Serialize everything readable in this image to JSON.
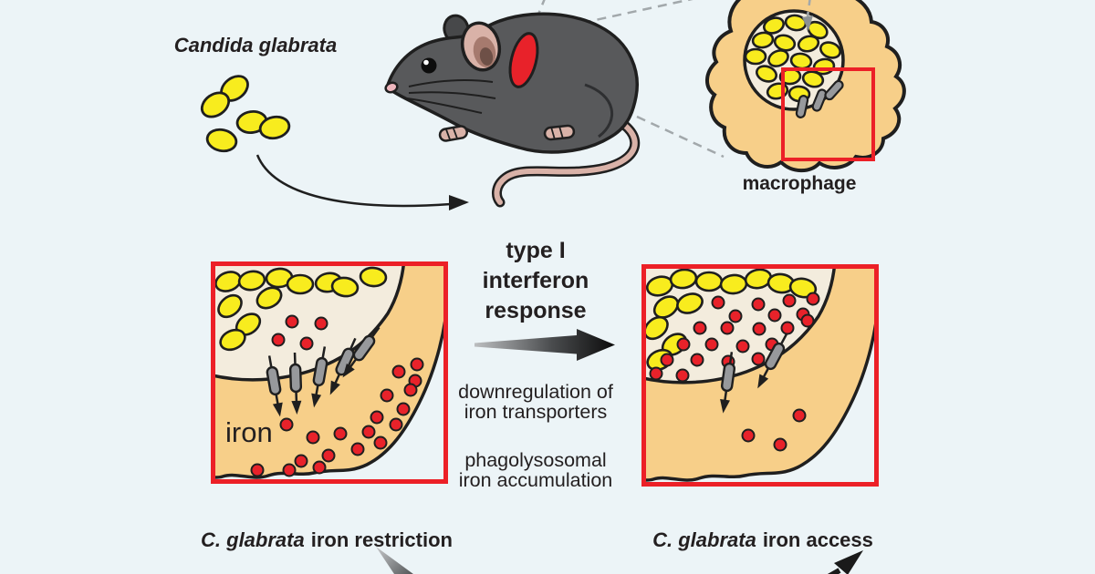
{
  "figure": {
    "candida_label": "Candida glabrata",
    "macrophage_label": "macrophage",
    "response_title_lines": [
      "type I",
      "interferon",
      "response"
    ],
    "effect1_lines": [
      "downregulation of",
      "iron transporters"
    ],
    "effect2_lines": [
      "phagolysosomal",
      "iron accumulation"
    ],
    "iron_label": "iron",
    "outcome_left": {
      "italic": "C. glabrata",
      "rest": "iron restriction"
    },
    "outcome_right": {
      "italic": "C. glabrata",
      "rest": "iron access"
    }
  },
  "colors": {
    "background": "#ecf4f7",
    "cytoplasm_tan": "#f7cf89",
    "phagosome_cream": "#f3ecdd",
    "yeast_yellow": "#f8ec1e",
    "iron_red": "#e8222a",
    "transporter_gray": "#97999c",
    "highlight_red": "#ec2027",
    "mouse_gray": "#58595b",
    "mouse_pink": "#d9b2a8",
    "outline_black": "#1f1f1f",
    "dashed_gray": "#a2a8ab"
  },
  "macrophage_inset": {
    "yeast_cells": [
      [
        848,
        28,
        -20
      ],
      [
        872,
        25,
        10
      ],
      [
        896,
        33,
        30
      ],
      [
        836,
        44,
        -10
      ],
      [
        860,
        47,
        15
      ],
      [
        886,
        48,
        -15
      ],
      [
        910,
        55,
        20
      ],
      [
        828,
        62,
        0
      ],
      [
        853,
        64,
        -25
      ],
      [
        878,
        67,
        10
      ],
      [
        903,
        73,
        -10
      ],
      [
        840,
        81,
        20
      ],
      [
        866,
        84,
        -5
      ],
      [
        891,
        87,
        15
      ],
      [
        852,
        100,
        -15
      ],
      [
        876,
        103,
        5
      ]
    ],
    "transporters": [
      [
        879,
        117,
        12
      ],
      [
        898,
        110,
        22
      ],
      [
        914,
        99,
        42
      ]
    ]
  },
  "panels": {
    "left": {
      "yeast_cells": [
        [
          19,
          22,
          -20
        ],
        [
          45,
          21,
          -10
        ],
        [
          75,
          18,
          -5
        ],
        [
          98,
          25,
          0
        ],
        [
          129,
          23,
          -10
        ],
        [
          147,
          28,
          8
        ],
        [
          64,
          40,
          -30
        ],
        [
          21,
          49,
          -40
        ],
        [
          41,
          69,
          -35
        ],
        [
          24,
          86,
          -25
        ],
        [
          178,
          17,
          5
        ]
      ],
      "phagosome_iron": [
        [
          89,
          66
        ],
        [
          121,
          68
        ],
        [
          74,
          86
        ],
        [
          105,
          90
        ]
      ],
      "cytoplasm_iron": [
        [
          206,
          121
        ],
        [
          224,
          131
        ],
        [
          219,
          141
        ],
        [
          193,
          147
        ],
        [
          211,
          162
        ],
        [
          182,
          171
        ],
        [
          203,
          179
        ],
        [
          173,
          187
        ],
        [
          186,
          199
        ],
        [
          83,
          179
        ],
        [
          112,
          193
        ],
        [
          142,
          189
        ],
        [
          161,
          206
        ],
        [
          129,
          213
        ],
        [
          99,
          219
        ],
        [
          51,
          229
        ],
        [
          86,
          229
        ],
        [
          119,
          226
        ],
        [
          226,
          113
        ]
      ],
      "transporters": [
        [
          69,
          131,
          -10
        ],
        [
          93,
          128,
          -2
        ],
        [
          120,
          121,
          10
        ],
        [
          147,
          110,
          24
        ],
        [
          168,
          95,
          36
        ]
      ]
    },
    "right": {
      "yeast_cells": [
        [
          20,
          24,
          -15
        ],
        [
          46,
          16,
          -8
        ],
        [
          74,
          19,
          0
        ],
        [
          101,
          22,
          -5
        ],
        [
          128,
          16,
          -12
        ],
        [
          153,
          21,
          6
        ],
        [
          177,
          26,
          12
        ],
        [
          27,
          47,
          -35
        ],
        [
          53,
          43,
          -20
        ],
        [
          16,
          70,
          -40
        ],
        [
          36,
          88,
          -35
        ],
        [
          20,
          105,
          -25
        ]
      ],
      "phagosome_iron": [
        [
          84,
          42
        ],
        [
          128,
          44
        ],
        [
          162,
          40
        ],
        [
          188,
          38
        ],
        [
          103,
          57
        ],
        [
          146,
          56
        ],
        [
          177,
          55
        ],
        [
          64,
          70
        ],
        [
          94,
          70
        ],
        [
          129,
          71
        ],
        [
          160,
          70
        ],
        [
          182,
          62
        ],
        [
          46,
          88
        ],
        [
          77,
          88
        ],
        [
          111,
          90
        ],
        [
          143,
          88
        ],
        [
          28,
          105
        ],
        [
          61,
          105
        ],
        [
          95,
          107
        ],
        [
          16,
          120
        ],
        [
          45,
          122
        ],
        [
          128,
          104
        ]
      ],
      "cytoplasm_iron": [
        [
          117,
          188
        ],
        [
          152,
          198
        ],
        [
          173,
          166
        ]
      ],
      "transporters": [
        [
          95,
          124,
          8
        ],
        [
          146,
          101,
          28
        ]
      ]
    }
  }
}
